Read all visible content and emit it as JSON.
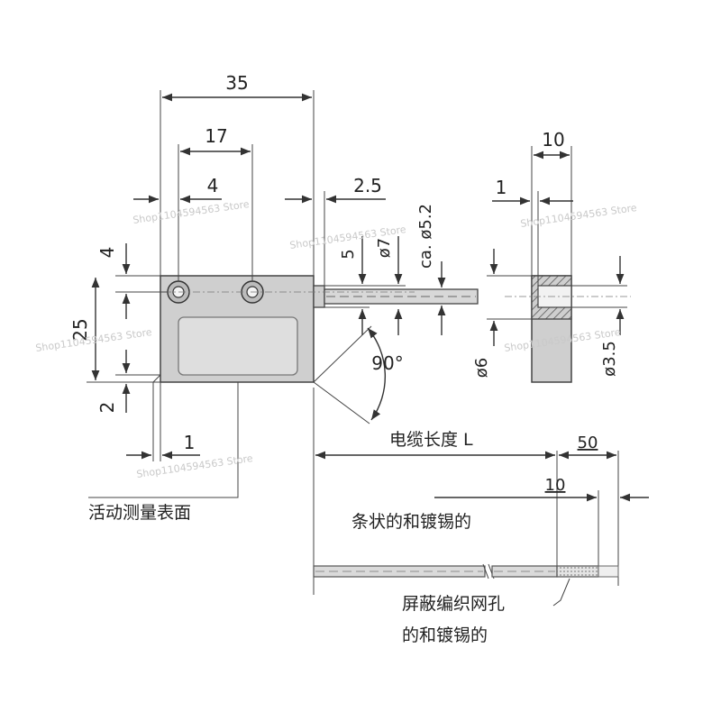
{
  "dimensions": {
    "d35": "35",
    "d17": "17",
    "d4_top": "4",
    "d2_5": "2.5",
    "d10_top": "10",
    "d1_side": "1",
    "d4_left": "4",
    "d25": "25",
    "d2": "2",
    "d1_bottom": "1",
    "d5": "5",
    "phi7": "ø7",
    "ca_phi5_2": "ca. ø5.2",
    "phi6": "ø6",
    "phi3_5": "ø3.5",
    "angle": "90°",
    "d50": "50",
    "d10_lower": "10"
  },
  "labels": {
    "cable_length": "电缆长度 L",
    "active_surface": "活动测量表面",
    "tinned_strip": "条状的和镀锡的",
    "shield_line1": "屏蔽编织网孔",
    "shield_line2": "的和镀锡的"
  },
  "watermarks": [
    "Shop1104594563 Store",
    "Shop1104594563 Store",
    "Shop1104594563 Store",
    "Shop1104594563 Store",
    "Shop1104594563 Store",
    "Shop1104594563 Store"
  ]
}
